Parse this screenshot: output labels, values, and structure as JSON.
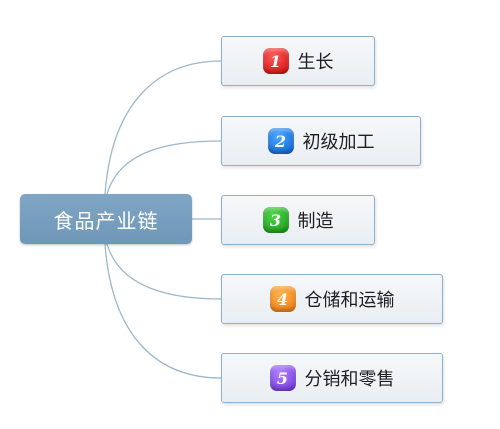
{
  "diagram": {
    "root": {
      "label": "食品产业链"
    },
    "branches": [
      {
        "number": "1",
        "label": "生长",
        "badge_color": "#d10a0a"
      },
      {
        "number": "2",
        "label": "初级加工",
        "badge_color": "#0b5fd6"
      },
      {
        "number": "3",
        "label": "制造",
        "badge_color": "#159613"
      },
      {
        "number": "4",
        "label": "仓储和运输",
        "badge_color": "#ee7a10"
      },
      {
        "number": "5",
        "label": "分销和零售",
        "badge_color": "#6d2fdb"
      }
    ],
    "connector_color": "#9db7cc"
  }
}
